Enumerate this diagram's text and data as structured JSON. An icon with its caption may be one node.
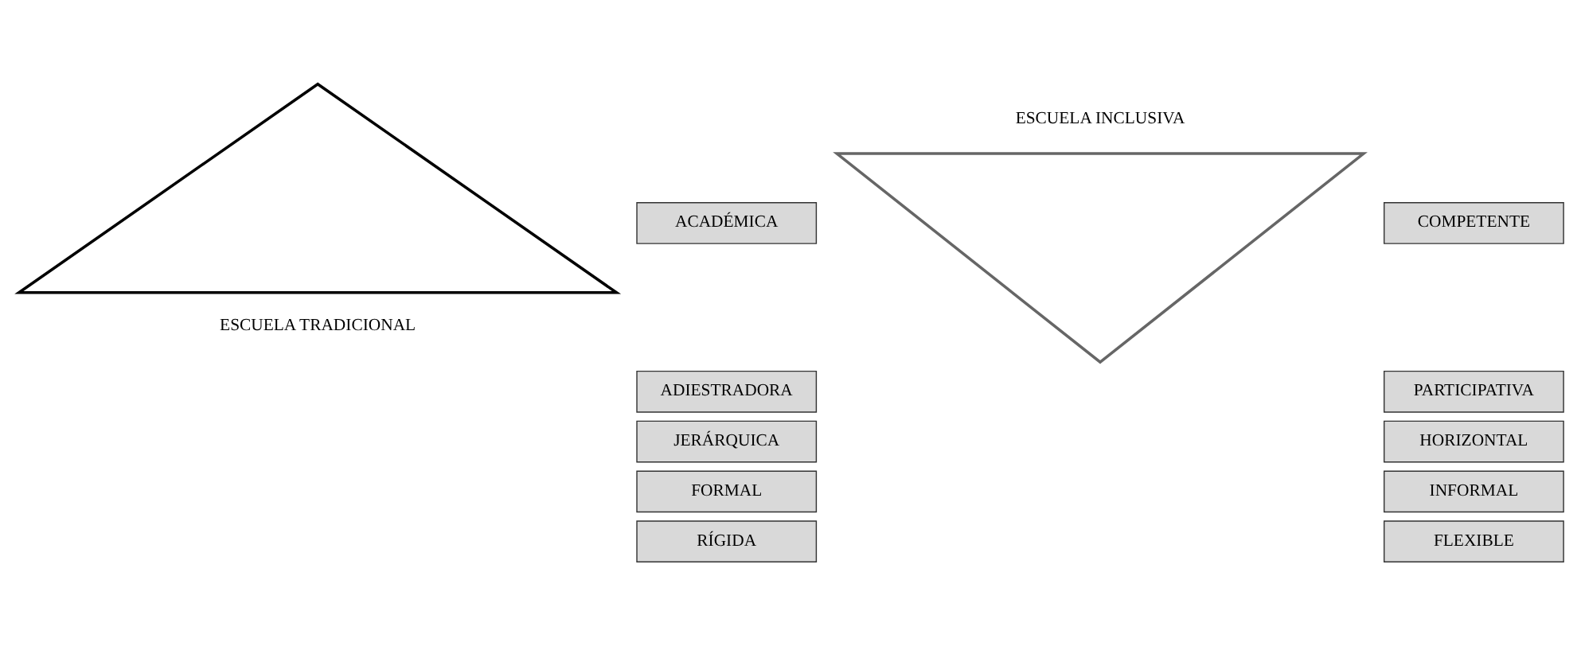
{
  "diagram": {
    "nodes": [
      {
        "text": [
          "ESCUELA TRADICIONAL"
        ]
      },
      {
        "text": [
          "ACADÉMICA"
        ]
      },
      {
        "text": [
          "ADIESTRADORA"
        ]
      },
      {
        "text": [
          "JERÁRQUICA"
        ]
      },
      {
        "text": [
          "FORMAL"
        ]
      },
      {
        "text": [
          "RÍGIDA"
        ]
      },
      {
        "text": [
          "ESCUELA INCLUSIVA"
        ]
      },
      {
        "text": [
          "COMPETENTE"
        ]
      },
      {
        "text": [
          "PARTICIPATIVA"
        ]
      },
      {
        "text": [
          "HORIZONTAL"
        ]
      },
      {
        "text": [
          "INFORMAL"
        ]
      },
      {
        "text": [
          "FLEXIBLE"
        ]
      }
    ],
    "edges": []
  }
}
